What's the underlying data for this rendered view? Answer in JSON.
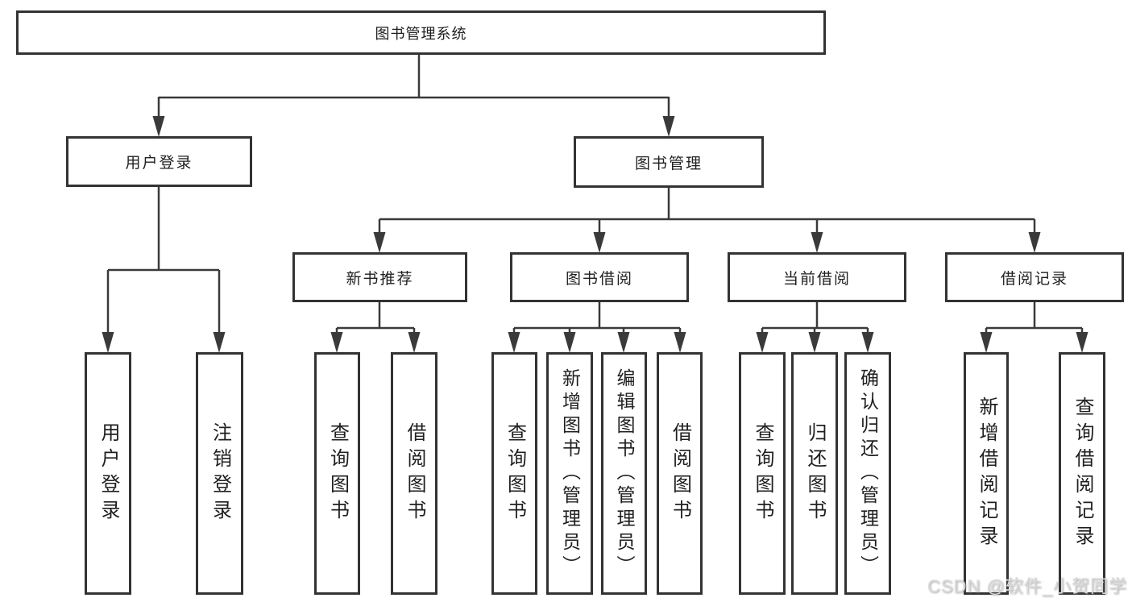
{
  "diagram": {
    "root": {
      "label": "图书管理系统"
    },
    "level2": {
      "user_login": "用户登录",
      "book_mgmt": "图书管理"
    },
    "level3": {
      "new_book_rec": "新书推荐",
      "book_borrow": "图书借阅",
      "current_borrow": "当前借阅",
      "borrow_record": "借阅记录"
    },
    "leaves": {
      "user_login_leaf": "用户登录",
      "logout_leaf": "注销登录",
      "rec_query_books": "查询图书",
      "rec_borrow_books": "借阅图书",
      "borrow_query_books": "查询图书",
      "borrow_add_books": "新增图书（管理员）",
      "borrow_edit_books": "编辑图书（管理员）",
      "borrow_borrow_books": "借阅图书",
      "cur_query_books": "查询图书",
      "cur_return_books": "归还图书",
      "cur_confirm_return": "确认归还（管理员）",
      "record_add": "新增借阅记录",
      "record_query": "查询借阅记录"
    }
  },
  "watermark": {
    "text": "CSDN @软件_小贺同学"
  },
  "colors": {
    "line": "#3a3a3a",
    "box_border": "#333333",
    "text": "#1f1f1f",
    "watermark": "#d9d9d9",
    "background": "#ffffff"
  }
}
